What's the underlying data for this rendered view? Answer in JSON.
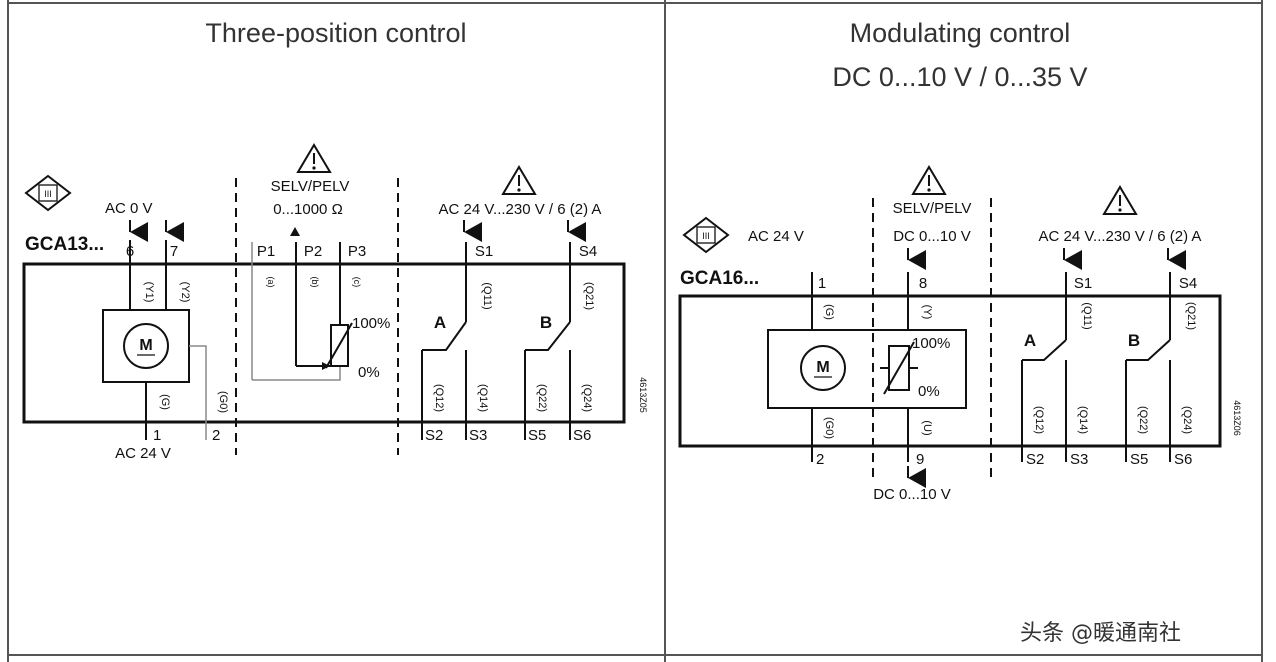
{
  "titles": {
    "left": "Three-position control",
    "right_line1": "Modulating control",
    "right_line2": "DC 0...10 V / 0...35 V"
  },
  "left": {
    "model": "GCA13...",
    "class_symbol": "III",
    "supply_top": "AC   0 V",
    "supply_bottom": "AC 24 V",
    "selv": "SELV/PELV",
    "pot_range": "0...1000 Ω",
    "aux_rating": "AC 24 V...230 V / 6 (2) A",
    "terminals_top": [
      "6",
      "7",
      "P1",
      "P2",
      "P3",
      "S1",
      "S4"
    ],
    "terminals_bottom": [
      "1",
      "2",
      "S2",
      "S3",
      "S5",
      "S6"
    ],
    "wire_codes": [
      "(Y1)",
      "(Y2)",
      "(a)",
      "(b)",
      "(c)",
      "(Q11)",
      "(Q21)",
      "(G)",
      "(G0)",
      "(Q12)",
      "(Q14)",
      "(Q22)",
      "(Q24)"
    ],
    "pot_pct_high": "100%",
    "pot_pct_low": "0%",
    "switch_a": "A",
    "switch_b": "B",
    "motor": "M",
    "drawing_no": "4613Z05"
  },
  "right": {
    "model": "GCA16...",
    "class_symbol": "III",
    "supply_top": "AC 24 V",
    "selv": "SELV/PELV",
    "input_top": "DC 0...10 V",
    "output_bottom": "DC 0...10 V",
    "aux_rating": "AC 24 V...230 V / 6 (2) A",
    "terminals_top": [
      "1",
      "8",
      "S1",
      "S4"
    ],
    "terminals_bottom": [
      "2",
      "9",
      "S2",
      "S3",
      "S5",
      "S6"
    ],
    "wire_codes": [
      "(G)",
      "(Y)",
      "(Q11)",
      "(Q21)",
      "(G0)",
      "(U)",
      "(Q12)",
      "(Q14)",
      "(Q22)",
      "(Q24)"
    ],
    "pot_pct_high": "100%",
    "pot_pct_low": "0%",
    "switch_a": "A",
    "switch_b": "B",
    "motor": "M",
    "drawing_no": "4613Z06"
  },
  "watermark": "头条 @暖通南社"
}
